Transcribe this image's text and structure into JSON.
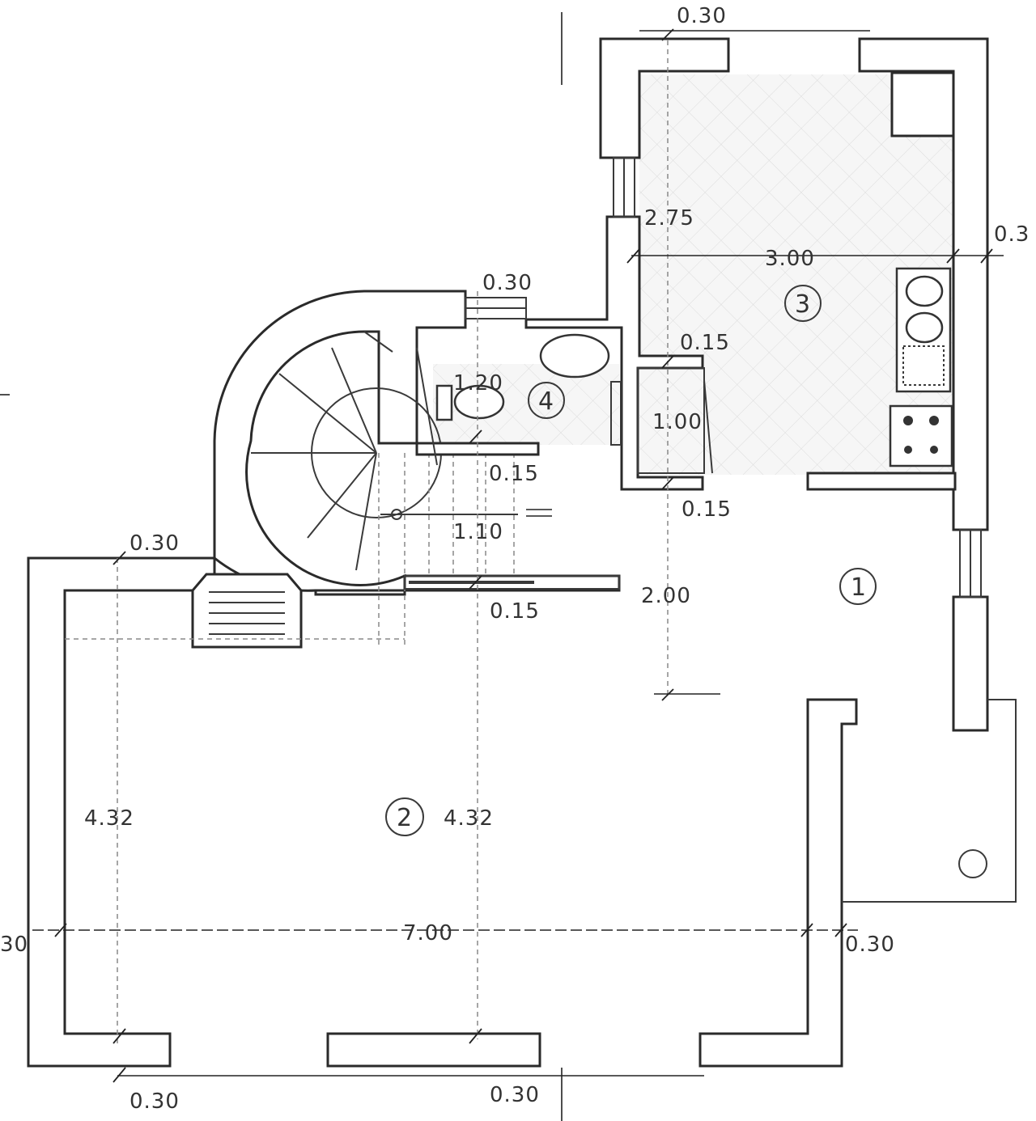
{
  "plan": {
    "dimensions": {
      "d_030_top": "0.30",
      "d_030_stair": "0.30",
      "d_275": "2.75",
      "d_300": "3.00",
      "d_030_right_partial": "0.3",
      "d_015_a": "0.15",
      "d_120": "1.20",
      "d_100": "1.00",
      "d_015_b": "0.15",
      "d_015_c": "0.15",
      "d_110": "1.10",
      "d_030_left_upper": "0.30",
      "d_200": "2.00",
      "d_015_d": "0.15",
      "d_432_left": "4.32",
      "d_432_center": "4.32",
      "d_700": "7.00",
      "d_030_left_partial": "30",
      "d_030_right": "0.30",
      "d_030_bottom_left": "0.30",
      "d_030_bottom_center": "0.30"
    },
    "rooms": {
      "r1": "1",
      "r2": "2",
      "r3": "3",
      "r4": "4"
    }
  }
}
